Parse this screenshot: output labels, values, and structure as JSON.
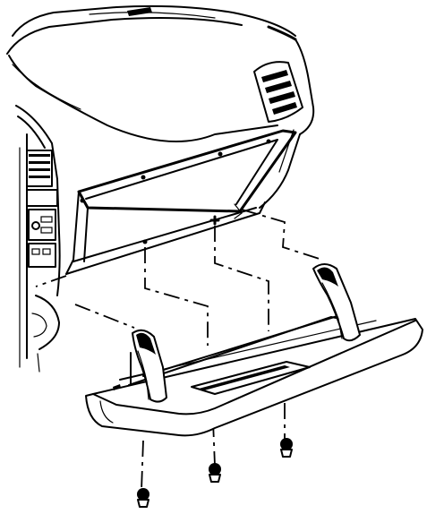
{
  "figure": {
    "subject": "",
    "parts": [
      {
        "name": "instrument-panel",
        "icon": "dashboard-outline"
      },
      {
        "name": "air-vent",
        "icon": "vent-grille"
      },
      {
        "name": "glove-box-door",
        "icon": "glovebox-door"
      },
      {
        "name": "screws",
        "icon": "screw",
        "count": 3
      }
    ],
    "line_color": "#000000",
    "background": "#ffffff"
  }
}
